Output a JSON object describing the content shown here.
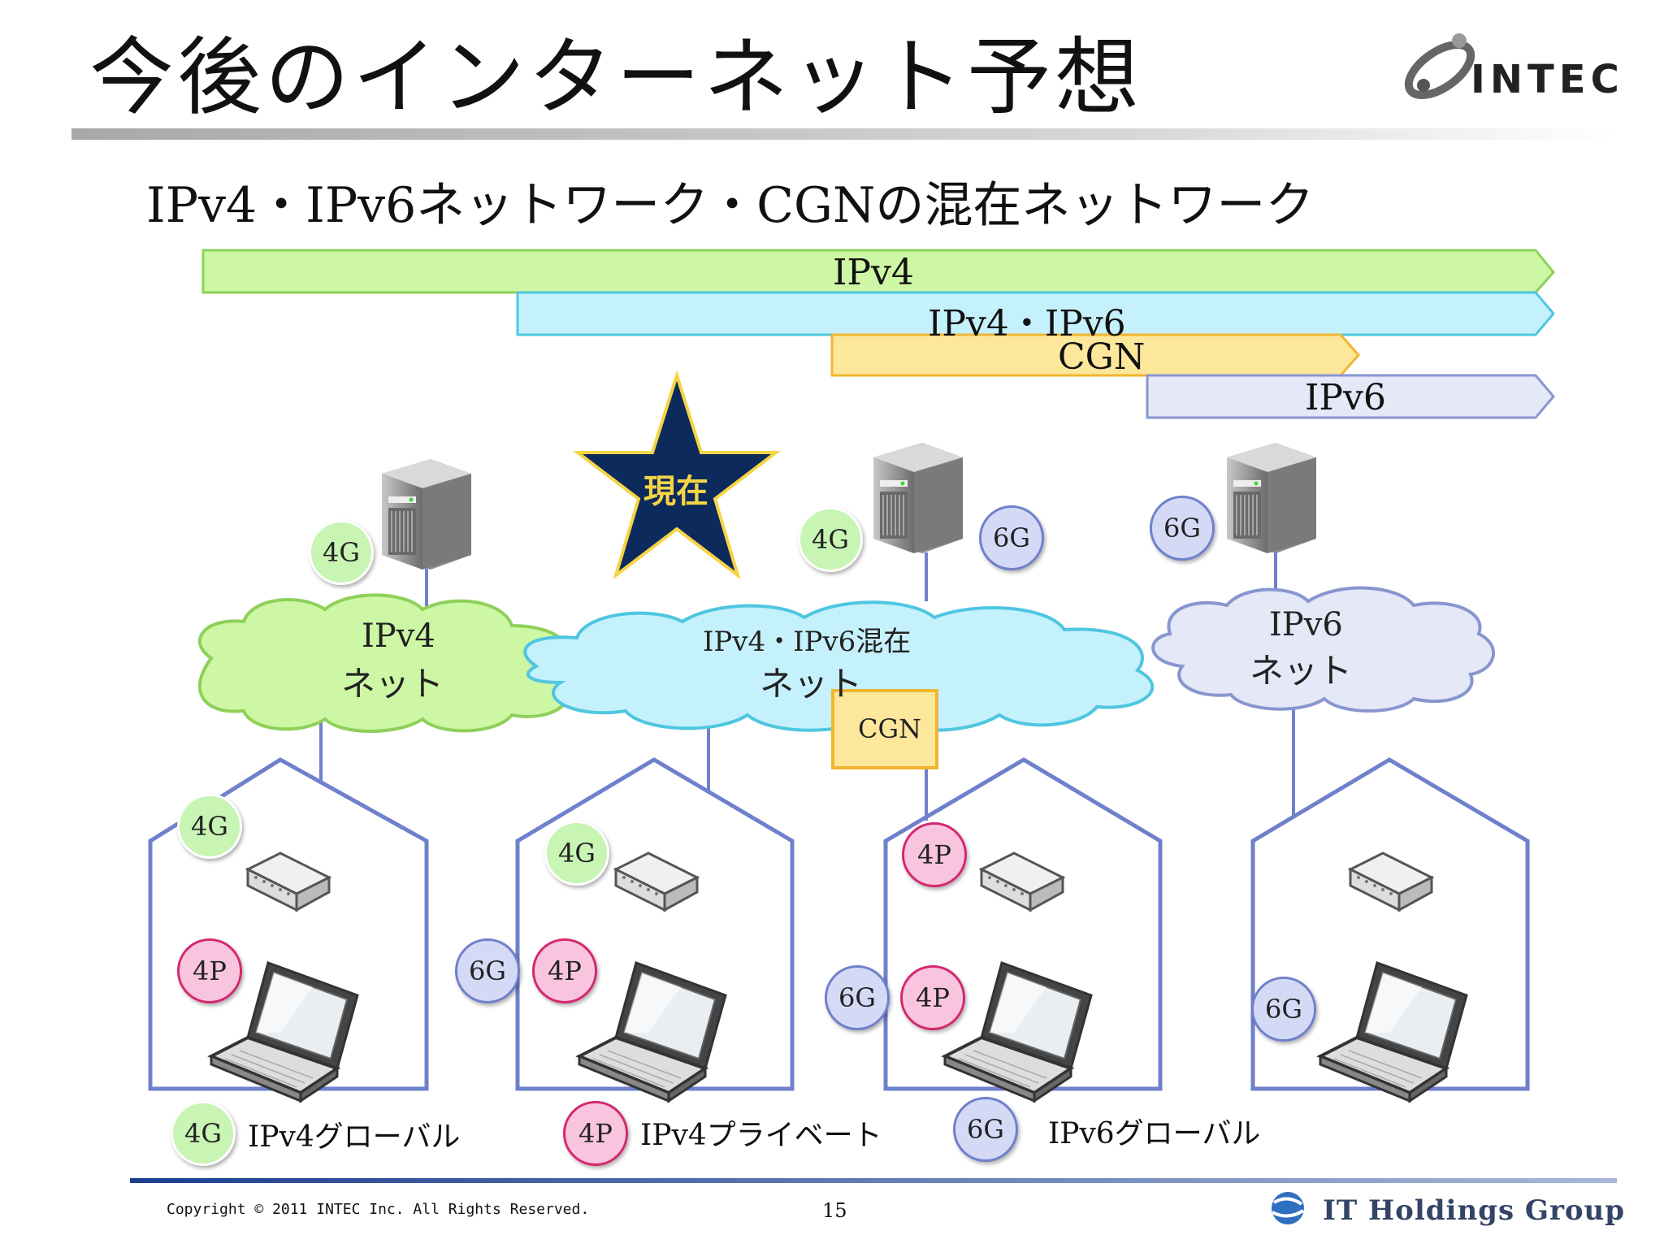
{
  "title": "今後のインターネット予想",
  "subtitle": "IPv4・IPv6ネットワーク・CGNの混在ネットワーク",
  "logo": {
    "text": "INTEC"
  },
  "timeline": [
    {
      "label": "IPv4",
      "color": "#cdf7a4",
      "stroke": "#8fd05a"
    },
    {
      "label": "IPv4・IPv6",
      "color": "#c5f1fc",
      "stroke": "#4fc6e0"
    },
    {
      "label": "CGN",
      "color": "#fde79a",
      "stroke": "#f2b531"
    },
    {
      "label": "IPv6",
      "color": "#e4e8f7",
      "stroke": "#8896cf"
    }
  ],
  "now_star": {
    "label": "現在",
    "color": "#0d2a5c",
    "text_color": "#f5d445"
  },
  "clouds": [
    {
      "line1": "IPv4",
      "line2": "ネット"
    },
    {
      "line1": "IPv4・IPv6混在",
      "line2": "ネット"
    },
    {
      "line1": "IPv6",
      "line2": "ネット"
    }
  ],
  "cgn_box": {
    "label": "CGN"
  },
  "badges": {
    "4G": {
      "label": "4G",
      "color": "#c8f4b4",
      "stroke": "#ffffff"
    },
    "6G": {
      "label": "6G",
      "color": "#d4daf6",
      "stroke": "#6f80cc"
    },
    "4P": {
      "label": "4P",
      "color": "#f9c5de",
      "stroke": "#d5286e"
    }
  },
  "legend": [
    {
      "badge": "4G",
      "text": "IPv4グローバル"
    },
    {
      "badge": "4P",
      "text": "IPv4プライベート"
    },
    {
      "badge": "6G",
      "text": "IPv6グローバル"
    }
  ],
  "footer": {
    "copyright": "Copyright © 2011 INTEC Inc. All Rights Reserved.",
    "page": "15",
    "group": "IT Holdings Group"
  }
}
